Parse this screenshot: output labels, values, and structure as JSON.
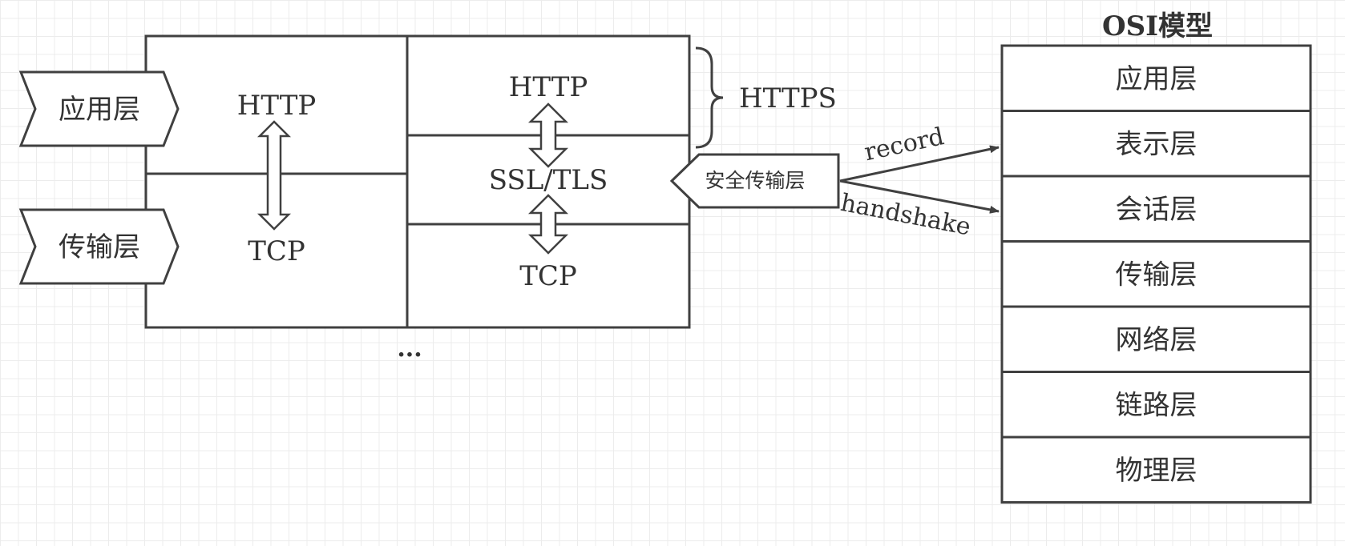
{
  "left_tags": [
    {
      "label": "应用层"
    },
    {
      "label": "传输层"
    }
  ],
  "tcpip_stack": {
    "top": "HTTP",
    "bottom": "TCP"
  },
  "https_stack": {
    "top": "HTTP",
    "middle": "SSL/TLS",
    "bottom": "TCP",
    "brace_label": "HTTPS"
  },
  "ellipsis": "...",
  "security_tag": {
    "label": "安全传输层"
  },
  "arrows": {
    "record": "record",
    "handshake": "handshake"
  },
  "osi": {
    "title": "OSI模型",
    "layers": [
      "应用层",
      "表示层",
      "会话层",
      "传输层",
      "网络层",
      "链路层",
      "物理层"
    ]
  },
  "colors": {
    "stroke": "#404040",
    "text": "#333333",
    "grid": "#ececec"
  }
}
